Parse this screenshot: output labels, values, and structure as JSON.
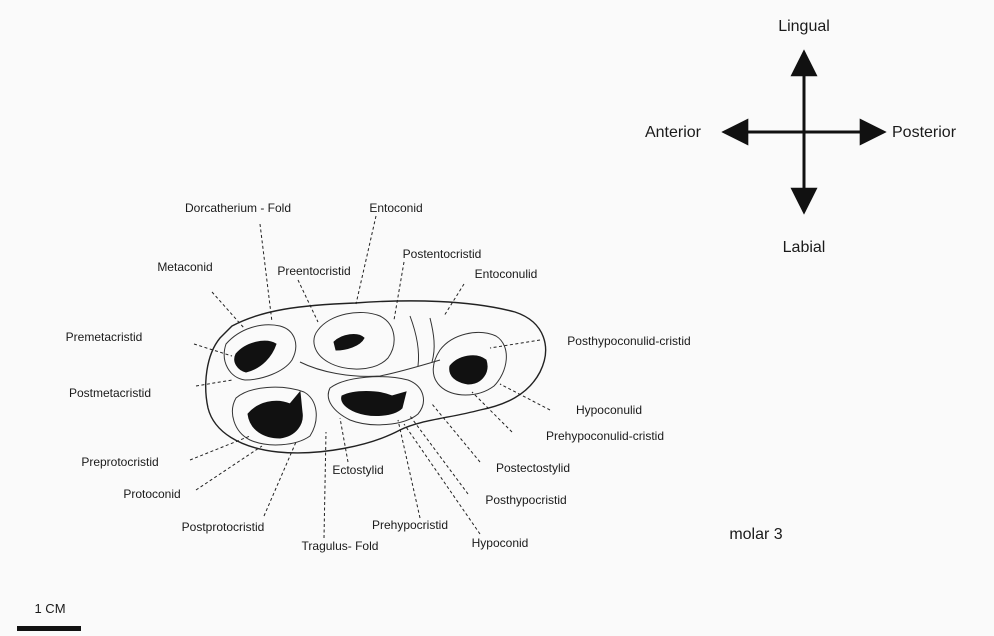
{
  "directions": {
    "lingual": "Lingual",
    "labial": "Labial",
    "anterior": "Anterior",
    "posterior": "Posterior"
  },
  "labels": {
    "dorcatherium_fold": "Dorcatherium - Fold",
    "entoconid": "Entoconid",
    "postentocristid": "Postentocristid",
    "metaconid": "Metaconid",
    "preentocristid": "Preentocristid",
    "entoconulid": "Entoconulid",
    "premetacristid": "Premetacristid",
    "posthypoconulid_cristid": "Posthypoconulid-cristid",
    "postmetacristid": "Postmetacristid",
    "hypoconulid": "Hypoconulid",
    "prehypoconulid_cristid": "Prehypoconulid-cristid",
    "preprotocristid": "Preprotocristid",
    "postectostylid": "Postectostylid",
    "protoconid": "Protoconid",
    "ectostylid": "Ectostylid",
    "posthypocristid": "Posthypocristid",
    "postprotocristid": "Postprotocristid",
    "prehypocristid": "Prehypocristid",
    "tragulus_fold": "Tragulus- Fold",
    "hypoconid": "Hypoconid"
  },
  "caption": "molar 3",
  "scale_bar": {
    "label": "1 CM"
  }
}
